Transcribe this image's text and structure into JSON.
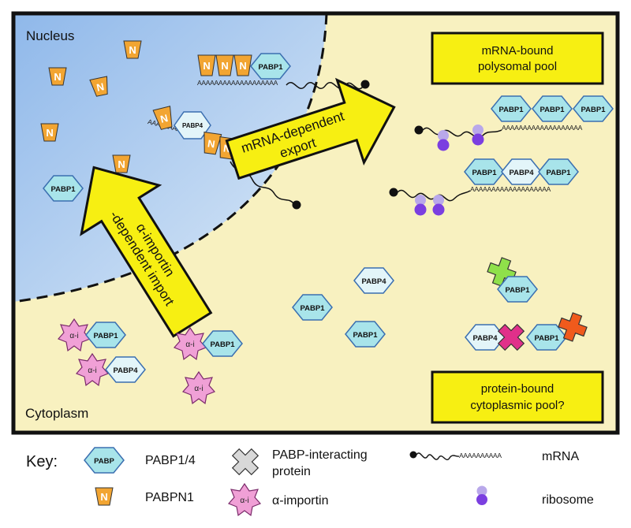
{
  "compartments": {
    "nucleus": "Nucleus",
    "cytoplasm": "Cytoplasm"
  },
  "arrows": {
    "export_line1": "mRNA-dependent",
    "export_line2": "export",
    "import_line1": "α-importin",
    "import_line2": "-dependent import"
  },
  "pools": {
    "polysomal_line1": "mRNA-bound",
    "polysomal_line2": "polysomal pool",
    "cytoplasmic_line1": "protein-bound",
    "cytoplasmic_line2": "cytoplasmic pool?"
  },
  "proteins": {
    "pabp1": "PABP1",
    "pabp4": "PABP4",
    "pabpn1": "N",
    "importin": "α-i",
    "generic_pabp": "PABP"
  },
  "poly_a": "AAAAAAAAAAAAAAAAAAA",
  "key": {
    "title": "Key:",
    "pabp_label": "PABP1/4",
    "pabpn1_label": "PABPN1",
    "interacting_line1": "PABP-interacting",
    "interacting_line2": "protein",
    "importin_label": "α-importin",
    "mrna_label": "mRNA",
    "mrna_tail": "AAAAAAAAAA",
    "ribosome_label": "ribosome"
  },
  "colors": {
    "cytoplasm_bg": "#f8f1c0",
    "nucleus_bg": "#b7d2f0",
    "pabp1_fill": "#a8e4ea",
    "pabp4_fill": "#e3f5f9",
    "pabpn1_fill": "#f2a532",
    "importin_fill": "#f0a0d6",
    "arrow_fill": "#f7ef12",
    "pool_box_fill": "#f7ef12",
    "ribosome_small": "#b9a8ea",
    "ribosome_large": "#7b3fe0",
    "interactor_green": "#8fe04a",
    "interactor_magenta": "#e0308a",
    "interactor_orange": "#f05a1c",
    "interactor_key": "#d8d8d8"
  }
}
